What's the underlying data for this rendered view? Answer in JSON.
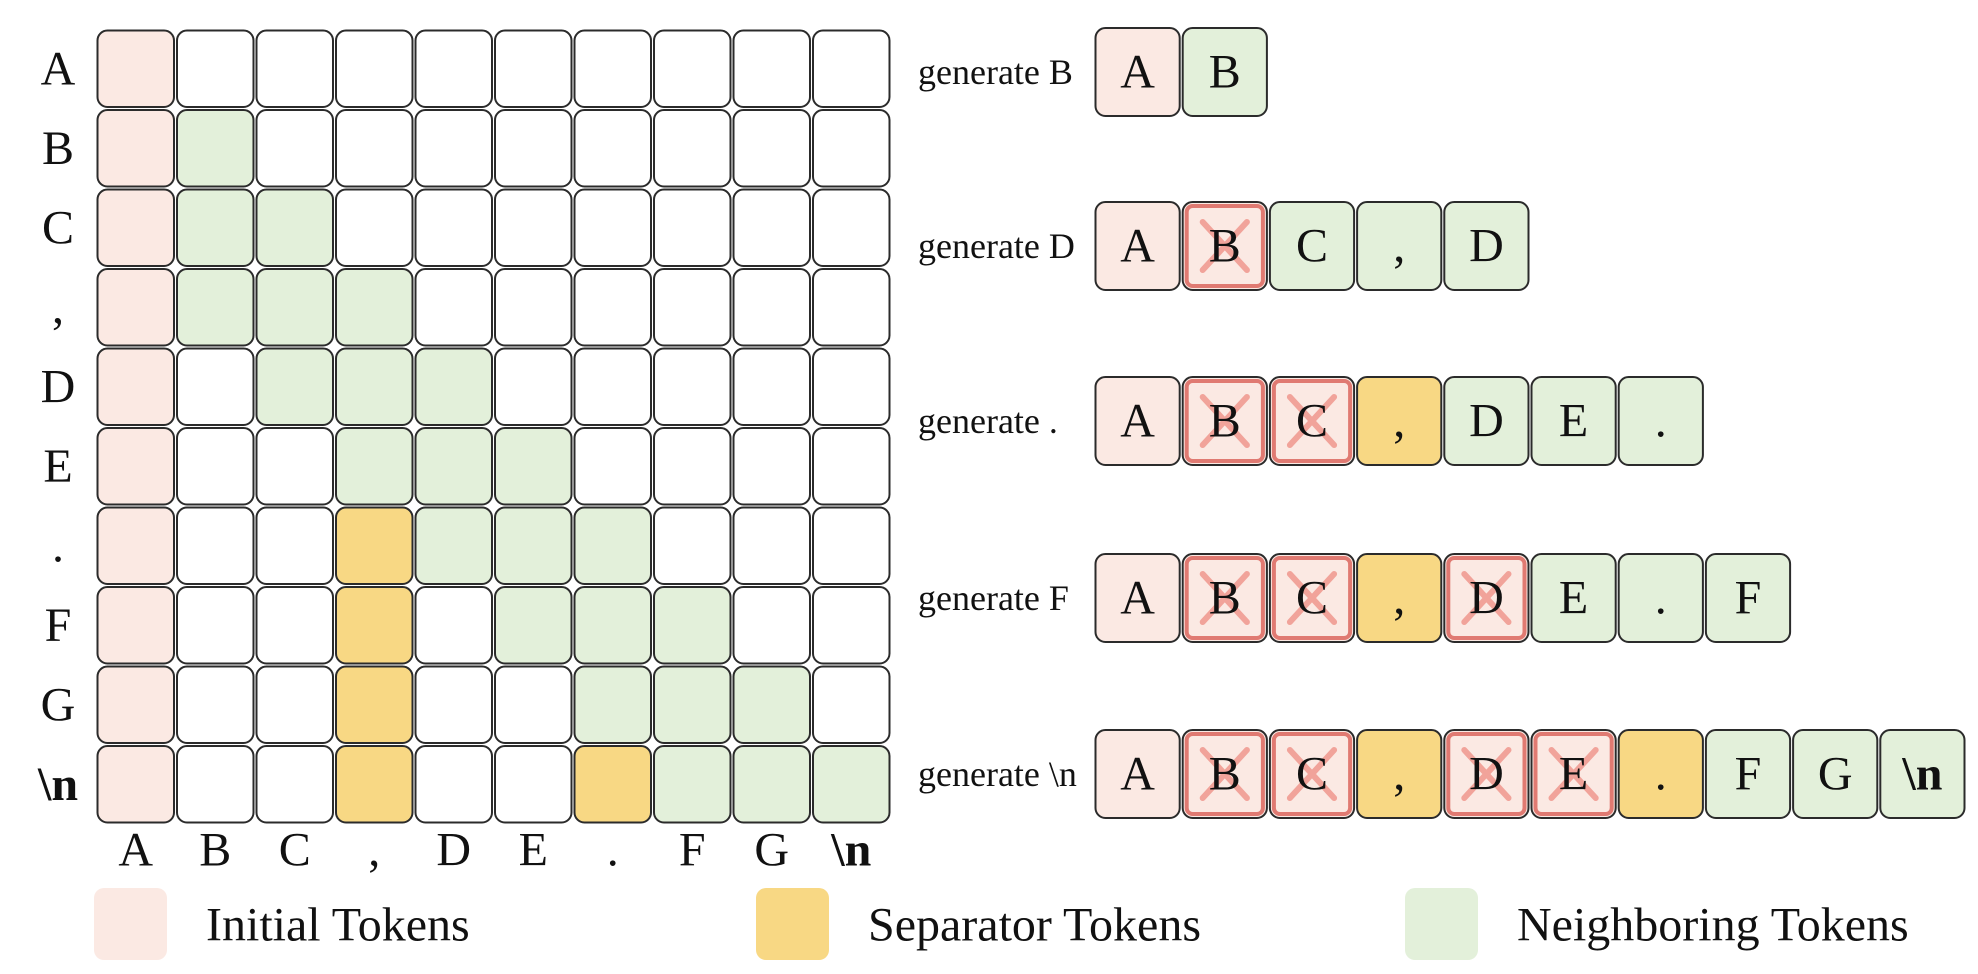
{
  "tokens": [
    "A",
    "B",
    "C",
    ",",
    "D",
    "E",
    ".",
    "F",
    "G",
    "\\n"
  ],
  "matrix": [
    [
      "I",
      "",
      "",
      "",
      "",
      "",
      "",
      "",
      "",
      ""
    ],
    [
      "I",
      "N",
      "",
      "",
      "",
      "",
      "",
      "",
      "",
      ""
    ],
    [
      "I",
      "N",
      "N",
      "",
      "",
      "",
      "",
      "",
      "",
      ""
    ],
    [
      "I",
      "N",
      "N",
      "N",
      "",
      "",
      "",
      "",
      "",
      ""
    ],
    [
      "I",
      "",
      "N",
      "N",
      "N",
      "",
      "",
      "",
      "",
      ""
    ],
    [
      "I",
      "",
      "",
      "N",
      "N",
      "N",
      "",
      "",
      "",
      ""
    ],
    [
      "I",
      "",
      "",
      "S",
      "N",
      "N",
      "N",
      "",
      "",
      ""
    ],
    [
      "I",
      "",
      "",
      "S",
      "",
      "N",
      "N",
      "N",
      "",
      ""
    ],
    [
      "I",
      "",
      "",
      "S",
      "",
      "",
      "N",
      "N",
      "N",
      ""
    ],
    [
      "I",
      "",
      "",
      "S",
      "",
      "",
      "S",
      "N",
      "N",
      "N"
    ]
  ],
  "generation_steps": [
    {
      "label": "generate B",
      "tokens": [
        {
          "t": "A",
          "type": "I"
        },
        {
          "t": "B",
          "type": "N"
        }
      ]
    },
    {
      "label": "generate D",
      "tokens": [
        {
          "t": "A",
          "type": "I"
        },
        {
          "t": "B",
          "type": "X"
        },
        {
          "t": "C",
          "type": "N"
        },
        {
          "t": ",",
          "type": "N"
        },
        {
          "t": "D",
          "type": "N"
        }
      ]
    },
    {
      "label": "generate .",
      "tokens": [
        {
          "t": "A",
          "type": "I"
        },
        {
          "t": "B",
          "type": "X"
        },
        {
          "t": "C",
          "type": "X"
        },
        {
          "t": ",",
          "type": "S"
        },
        {
          "t": "D",
          "type": "N"
        },
        {
          "t": "E",
          "type": "N"
        },
        {
          "t": ".",
          "type": "N"
        }
      ]
    },
    {
      "label": "generate F",
      "tokens": [
        {
          "t": "A",
          "type": "I"
        },
        {
          "t": "B",
          "type": "X"
        },
        {
          "t": "C",
          "type": "X"
        },
        {
          "t": ",",
          "type": "S"
        },
        {
          "t": "D",
          "type": "X"
        },
        {
          "t": "E",
          "type": "N"
        },
        {
          "t": ".",
          "type": "N"
        },
        {
          "t": "F",
          "type": "N"
        }
      ]
    },
    {
      "label": "generate \\n",
      "tokens": [
        {
          "t": "A",
          "type": "I"
        },
        {
          "t": "B",
          "type": "X"
        },
        {
          "t": "C",
          "type": "X"
        },
        {
          "t": ",",
          "type": "S"
        },
        {
          "t": "D",
          "type": "X"
        },
        {
          "t": "E",
          "type": "X"
        },
        {
          "t": ".",
          "type": "S"
        },
        {
          "t": "F",
          "type": "N"
        },
        {
          "t": "G",
          "type": "N"
        },
        {
          "t": "\\n",
          "type": "N"
        }
      ]
    }
  ],
  "legend": [
    {
      "label": "Initial Tokens",
      "type": "I"
    },
    {
      "label": "Separator Tokens",
      "type": "S"
    },
    {
      "label": "Neighboring Tokens",
      "type": "N"
    }
  ],
  "colors": {
    "I": "#fbe9e3",
    "S": "#f8d884",
    "N": "#e3f0da",
    "X": "#fbe9e3",
    "empty": "#ffffff",
    "stroke": "#2b2b2b",
    "cross_border": "#e07a72",
    "cross_mark": "#f1a39a"
  }
}
